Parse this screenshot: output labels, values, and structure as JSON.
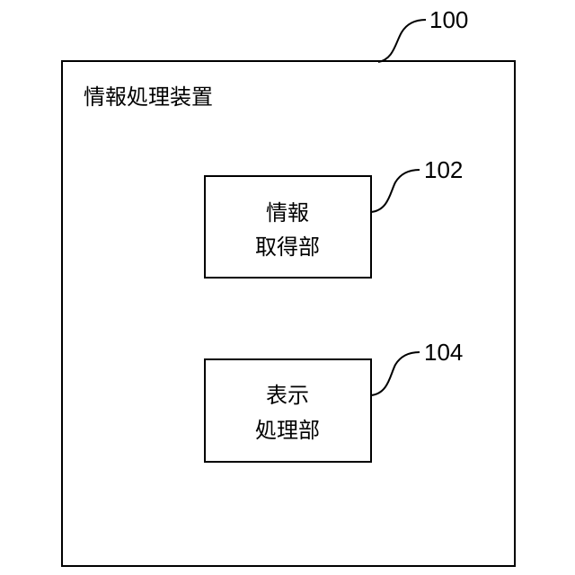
{
  "device": {
    "ref": "100",
    "title": "情報処理装置"
  },
  "blocks": [
    {
      "ref": "102",
      "line1": "情報",
      "line2": "取得部"
    },
    {
      "ref": "104",
      "line1": "表示",
      "line2": "処理部"
    }
  ],
  "colors": {
    "stroke": "#000000",
    "background": "#ffffff"
  }
}
